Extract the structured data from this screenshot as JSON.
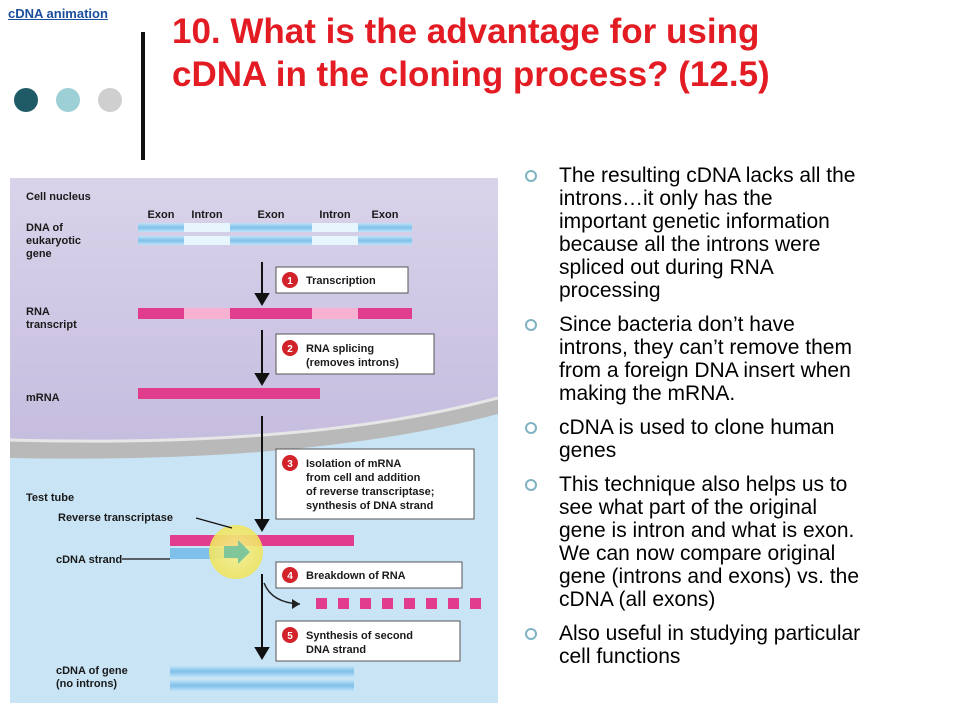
{
  "header": {
    "link_label": "cDNA animation",
    "title_lines": [
      "10.  What is the advantage for using",
      "cDNA in the cloning process? (12.5)"
    ]
  },
  "colors": {
    "title": "#e31b23",
    "link": "#1b4f9c",
    "dot_dark": "#1f5b66",
    "dot_light": "#9ccfd6",
    "dot_grey": "#cfcfcf",
    "bullet_ring": "#7fb3c4",
    "nucleus_bg": "#d8d2ea",
    "tube_bg": "#c9e4f5",
    "dna_blue": "#8fc8ec",
    "exon_pink": "#e23c8c",
    "intron_pink": "#f7b2d2",
    "step_red": "#d2232a",
    "highlight_yellow": "#f3ea7b"
  },
  "figure": {
    "labels": {
      "cell_nucleus": "Cell nucleus",
      "dna_line1": "DNA of",
      "dna_line2": "eukaryotic",
      "dna_line3": "gene",
      "rna_line1": "RNA",
      "rna_line2": "transcript",
      "mrna": "mRNA",
      "test_tube": "Test tube",
      "reverse_transcriptase": "Reverse transcriptase",
      "cdna_strand": "cDNA strand",
      "cdna_gene_line1": "cDNA of gene",
      "cdna_gene_line2": "(no introns)"
    },
    "segments": [
      "Exon",
      "Intron",
      "Exon",
      "Intron",
      "Exon"
    ],
    "steps": [
      {
        "num": "1",
        "lines": [
          "Transcription"
        ]
      },
      {
        "num": "2",
        "lines": [
          "RNA splicing",
          "(removes introns)"
        ]
      },
      {
        "num": "3",
        "lines": [
          "Isolation of mRNA",
          "from cell and addition",
          "of reverse transcriptase;",
          "synthesis of DNA strand"
        ]
      },
      {
        "num": "4",
        "lines": [
          "Breakdown of RNA"
        ]
      },
      {
        "num": "5",
        "lines": [
          "Synthesis of second",
          "DNA strand"
        ]
      }
    ]
  },
  "bullets": [
    {
      "lines": [
        "The resulting cDNA lacks all the",
        "introns…it only has the",
        "important genetic information",
        "because all the introns were",
        "spliced out during RNA",
        "processing"
      ]
    },
    {
      "lines": [
        "Since bacteria don’t have",
        "introns, they can’t remove them",
        "from a foreign DNA insert when",
        "making the mRNA."
      ]
    },
    {
      "lines": [
        "cDNA is used to clone human",
        "genes"
      ]
    },
    {
      "lines": [
        "This technique also helps us to",
        "see what part of the original",
        "gene is intron and what is exon.",
        "We can now compare original",
        "gene (introns and exons) vs. the",
        "cDNA (all exons)"
      ]
    },
    {
      "lines": [
        "Also useful in studying particular",
        "cell functions"
      ]
    }
  ]
}
